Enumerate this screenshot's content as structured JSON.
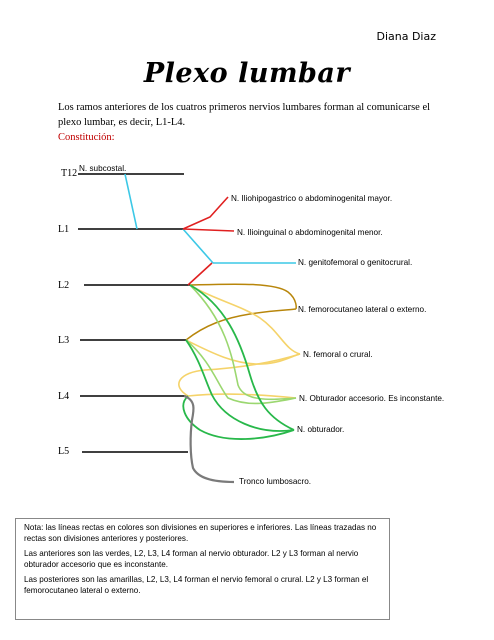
{
  "author": "Diana Diaz",
  "title": "Plexo lumbar",
  "intro": "Los ramos anteriores de los cuatros primeros nervios lumbares forman al comunicarse el plexo lumbar, es decir, L1-L4.",
  "section_label": "Constitución:",
  "levels": [
    "T12",
    "L1",
    "L2",
    "L3",
    "L4",
    "L5"
  ],
  "nerves": {
    "subcostal": "N. subcostal.",
    "iliohipogastrico": "N. Iliohipogastrico o abdominogenital mayor.",
    "ilioinguinal": "N. Ilioinguinal o abdominogenital menor.",
    "genitofemoral": "N. genitofemoral o genitocrural.",
    "femorocutaneo": "N. femorocutaneo lateral o externo.",
    "femoral": "N. femoral o crural.",
    "obturador_accesorio": "N. Obturador accesorio. Es inconstante.",
    "obturador": "N. obturador.",
    "tronco": "Tronco lumbosacro."
  },
  "colors": {
    "cyan": "#3cc8e6",
    "red": "#e02020",
    "brown": "#b8860b",
    "yellow": "#f5d36a",
    "lightgreen": "#9bd770",
    "green": "#28b84a",
    "gray": "#7a7a7a"
  },
  "note": [
    "Nota: las líneas rectas en colores son divisiones en superiores e inferiores. Las líneas trazadas no rectas son divisiones anteriores y posteriores.",
    "Las anteriores son las verdes, L2, L3, L4 forman al nervio obturador. L2 y L3 forman al nervio obturador accesorio que es inconstante.",
    "Las posteriores son las amarillas, L2, L3, L4 forman el nervio femoral o crural. L2 y L3 forman el femorocutaneo lateral o externo."
  ]
}
